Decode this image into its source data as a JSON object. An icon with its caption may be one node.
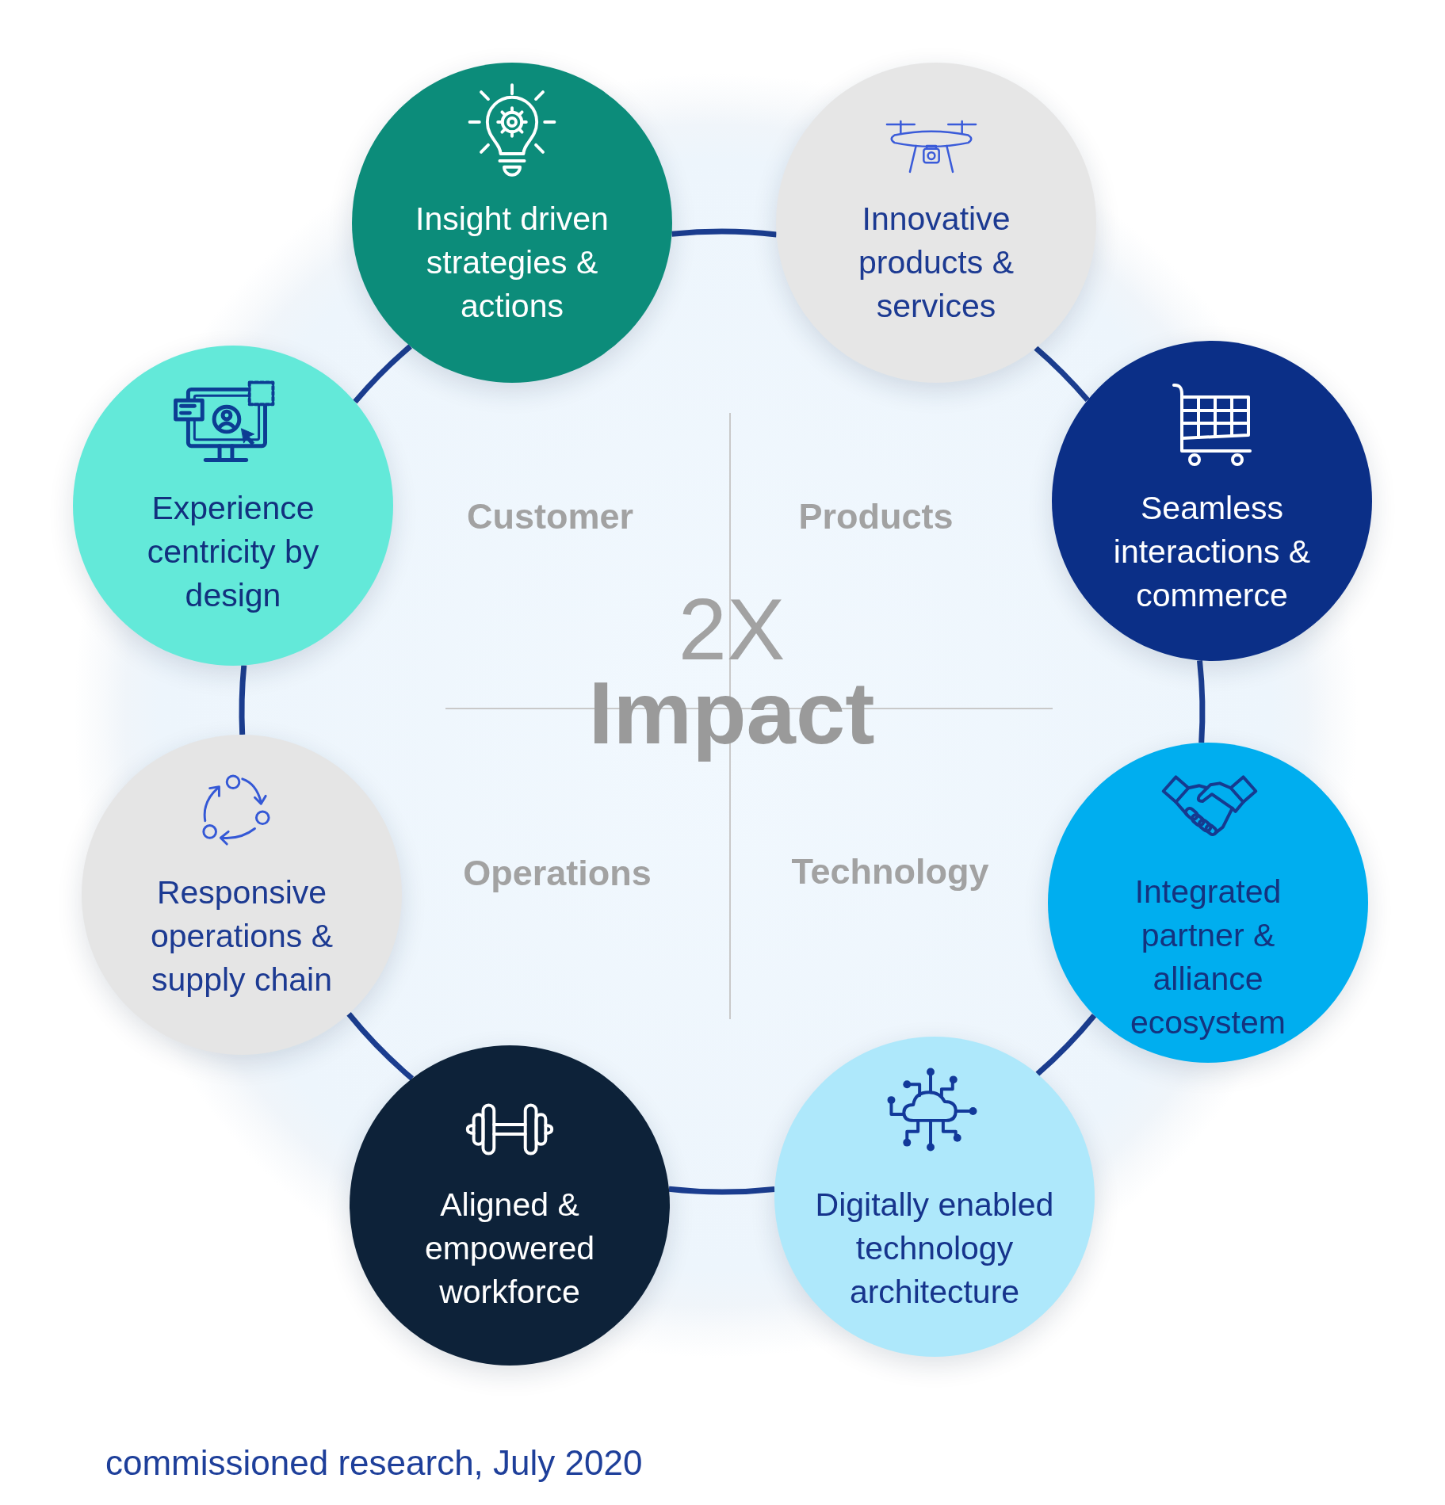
{
  "diagram": {
    "nodes": [
      {
        "text": [
          "Insight driven strategies & actions"
        ]
      },
      {
        "text": [
          "Innovative products & services"
        ]
      },
      {
        "text": [
          "Experience centricity by design"
        ]
      },
      {
        "text": [
          "Seamless interactions & commerce"
        ]
      },
      {
        "text": [
          "Responsive operations & supply chain"
        ]
      },
      {
        "text": [
          "Integrated partner & alliance ecosystem"
        ]
      },
      {
        "text": [
          "Aligned & empowered workforce"
        ]
      },
      {
        "text": [
          "Digitally enabled technology architecture"
        ]
      }
    ],
    "edges": [
      {
        "from": 0,
        "to": 1,
        "arrow": "none"
      },
      {
        "from": 1,
        "to": 3,
        "arrow": "none"
      },
      {
        "from": 3,
        "to": 5,
        "arrow": "none"
      },
      {
        "from": 5,
        "to": 7,
        "arrow": "none"
      },
      {
        "from": 7,
        "to": 6,
        "arrow": "none"
      },
      {
        "from": 6,
        "to": 4,
        "arrow": "none"
      },
      {
        "from": 4,
        "to": 2,
        "arrow": "none"
      },
      {
        "from": 2,
        "to": 0,
        "arrow": "none"
      }
    ],
    "labels": [
      "Customer",
      "Products",
      "2X",
      "Impact",
      "Operations",
      "Technology"
    ],
    "caption": "commissioned research, July 2020"
  }
}
